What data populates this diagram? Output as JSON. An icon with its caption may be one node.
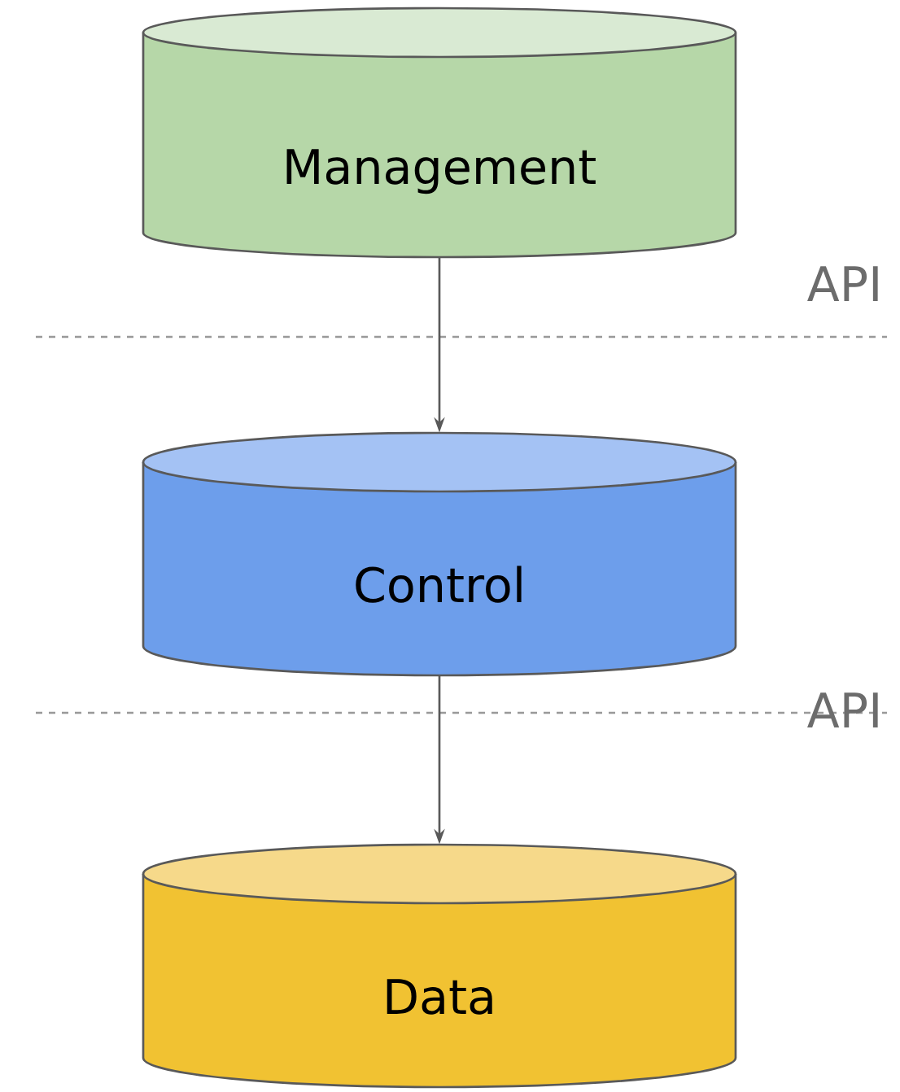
{
  "diagram": {
    "nodes": [
      {
        "text": [
          "Management"
        ]
      },
      {
        "text": [
          "Control"
        ]
      },
      {
        "text": [
          "Data"
        ]
      }
    ],
    "edges": [
      {
        "from": 0,
        "to": 1,
        "arrow": "to"
      },
      {
        "from": 1,
        "to": 2,
        "arrow": "to"
      }
    ],
    "labels": [
      "API",
      "API"
    ]
  }
}
